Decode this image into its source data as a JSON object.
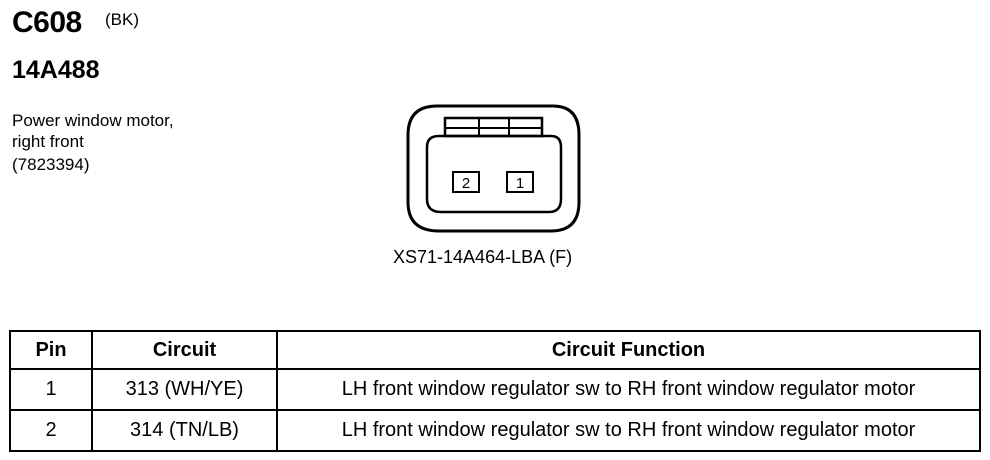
{
  "connector": {
    "id": "C608",
    "color": "(BK)",
    "part_number": "14A488",
    "description_lines": [
      "Power window motor,",
      "right front",
      "(7823394)"
    ],
    "connector_part": "XS71-14A464-LBA (F)",
    "pins_shown": [
      "2",
      "1"
    ]
  },
  "table": {
    "headers": [
      "Pin",
      "Circuit",
      "Circuit Function"
    ],
    "rows": [
      [
        "1",
        "313 (WH/YE)",
        "LH front window regulator sw to RH front window regulator motor"
      ],
      [
        "2",
        "314 (TN/LB)",
        "LH front window regulator sw to RH front window regulator motor"
      ]
    ]
  }
}
